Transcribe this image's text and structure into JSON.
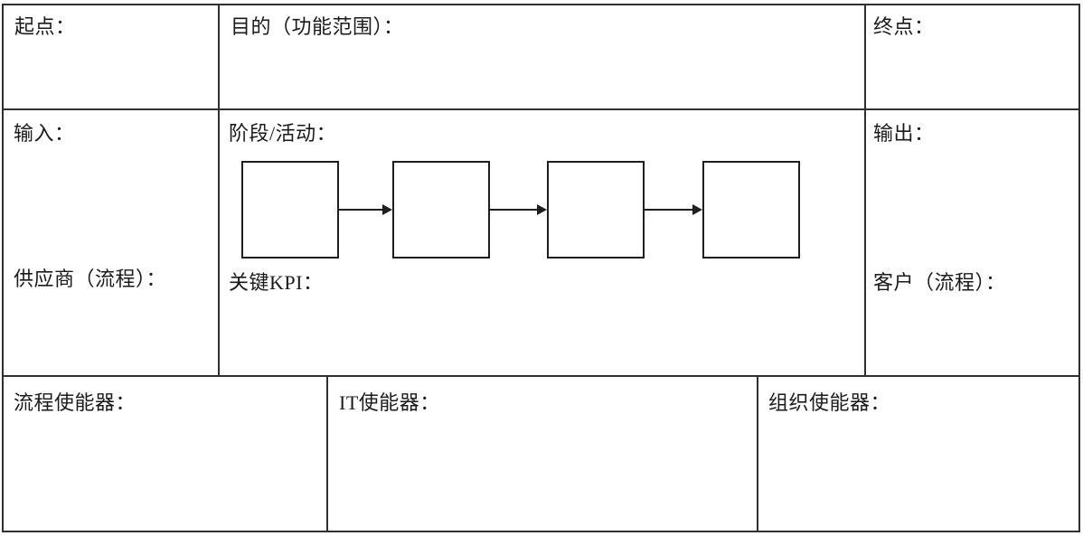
{
  "template": {
    "top_row": {
      "start": "起点：",
      "purpose": "目的（功能范围）：",
      "end": "终点："
    },
    "middle_row": {
      "input": "输入：",
      "supplier": "供应商（流程）：",
      "stages": "阶段/活动：",
      "kpi": "关键KPI：",
      "output": "输出：",
      "customer": "客户（流程）："
    },
    "bottom_row": {
      "process_enabler": "流程使能器：",
      "it_enabler": "IT使能器：",
      "org_enabler": "组织使能器："
    }
  },
  "process_flow": {
    "stage_count": 4,
    "stages": [
      "",
      "",
      "",
      ""
    ]
  },
  "colors": {
    "border": "#303030",
    "text": "#1a1a1a",
    "background": "#ffffff"
  }
}
